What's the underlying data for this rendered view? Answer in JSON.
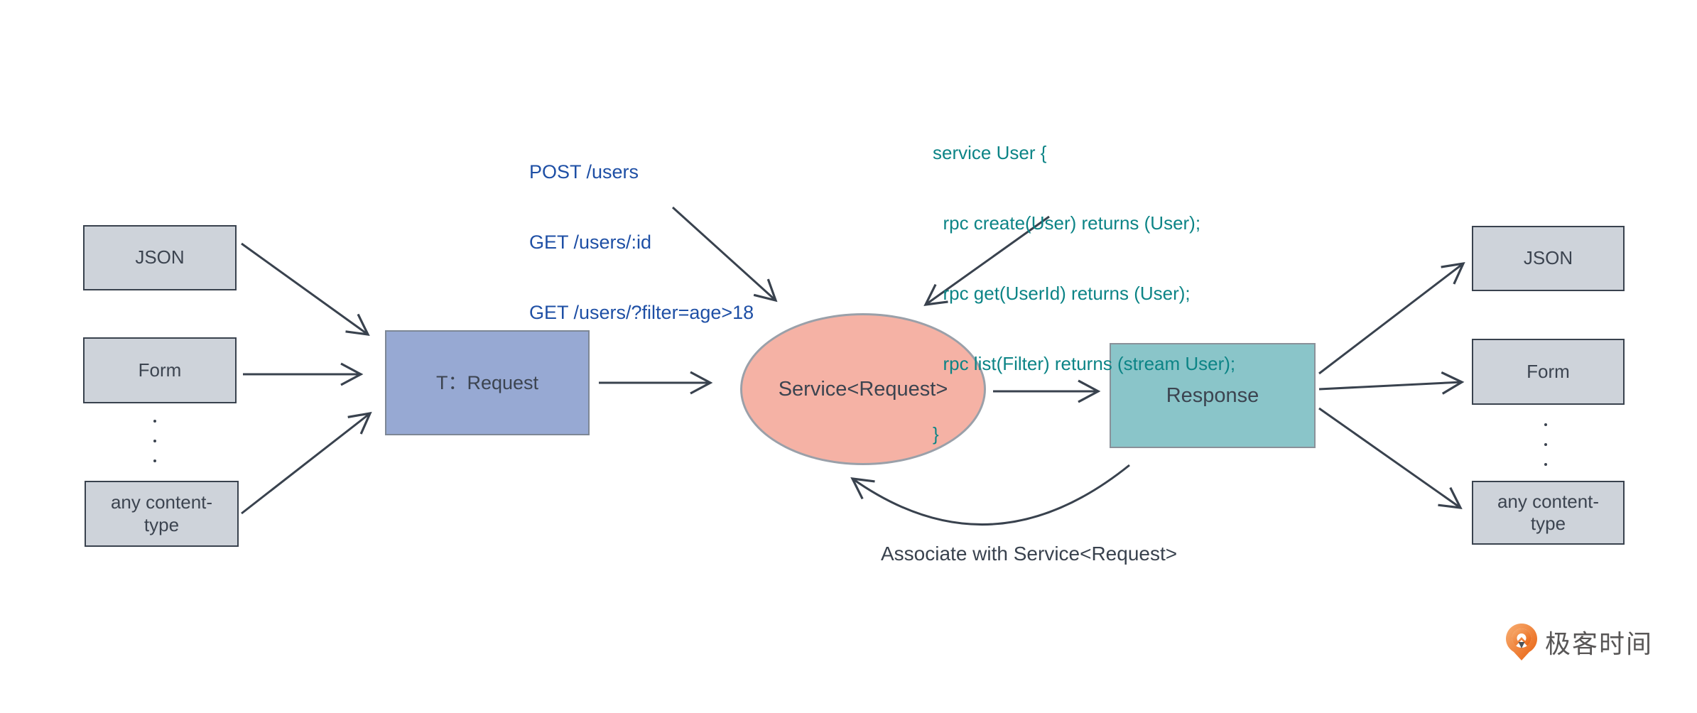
{
  "nodes": {
    "left": [
      "JSON",
      "Form",
      "any content-type"
    ],
    "request_box": "T：Request",
    "service_ellipse": "Service<Request>",
    "response_box": "Response",
    "right": [
      "JSON",
      "Form",
      "any content-type"
    ]
  },
  "annotations": {
    "http_note": {
      "lines": [
        "POST /users",
        "GET /users/:id",
        "GET /users/?filter=age>18"
      ]
    },
    "grpc_note": {
      "lines": [
        "service User {",
        "  rpc create(User) returns (User);",
        "  rpc get(UserId) returns (User);",
        "  rpc list(Filter) returns (stream User);",
        "}"
      ]
    },
    "associate_label": "Associate with Service<Request>"
  },
  "branding": {
    "logo_text": "极客时间"
  },
  "colors": {
    "arrow": "#39424e",
    "content_box_fill": "#ced3da",
    "content_box_border": "#39424e",
    "request_box_fill": "#97a9d3",
    "service_ellipse_fill": "#f5b2a5",
    "response_box_fill": "#8ac5c9",
    "http_note_text": "#1e4fa5",
    "grpc_note_text": "#0c8486",
    "node_text": "#3c4450",
    "logo_orange": "#ed6c1e"
  }
}
